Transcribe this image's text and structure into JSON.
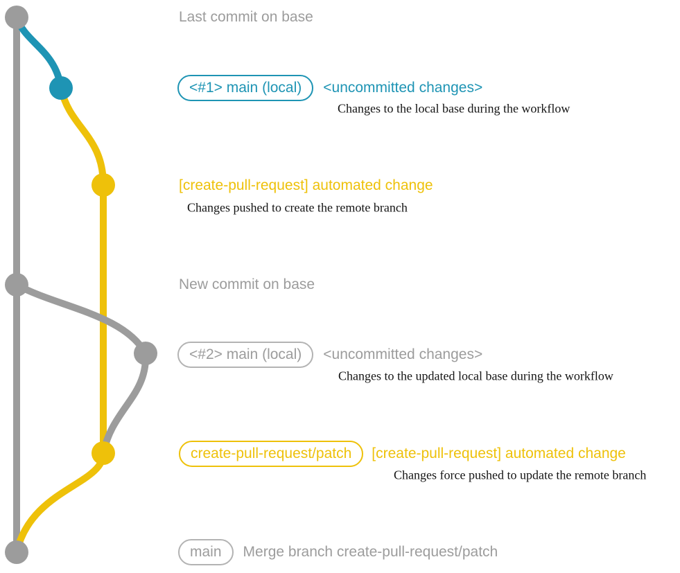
{
  "colors": {
    "teal": "#1e94b4",
    "yellow": "#eec10a",
    "gray": "#9c9c9c",
    "gray_border": "#b3b3b3",
    "ink": "#141414",
    "background": "#ffffff"
  },
  "graph": {
    "branches": [
      {
        "name": "base",
        "color": "#9c9c9c"
      },
      {
        "name": "main (local)",
        "color": "#1e94b4"
      },
      {
        "name": "create-pull-request/patch",
        "color": "#eec10a"
      }
    ],
    "commit_count": 7
  },
  "sections": {
    "last_commit": {
      "label": "Last commit on base"
    },
    "uncommitted_1": {
      "badge": "<#1> main (local)",
      "heading": "<uncommitted changes>",
      "note": "Changes to the local base during the workflow"
    },
    "automated_change_1": {
      "heading": "[create-pull-request] automated change",
      "note": "Changes pushed to create the remote branch"
    },
    "new_commit": {
      "label": "New commit on base"
    },
    "uncommitted_2": {
      "badge": "<#2> main (local)",
      "heading": "<uncommitted changes>",
      "note": "Changes to the updated local base during the workflow"
    },
    "automated_change_2": {
      "badge": "create-pull-request/patch",
      "heading": "[create-pull-request] automated change",
      "note": "Changes force pushed to update the remote branch"
    },
    "merge": {
      "badge": "main",
      "label": "Merge branch create-pull-request/patch"
    }
  }
}
